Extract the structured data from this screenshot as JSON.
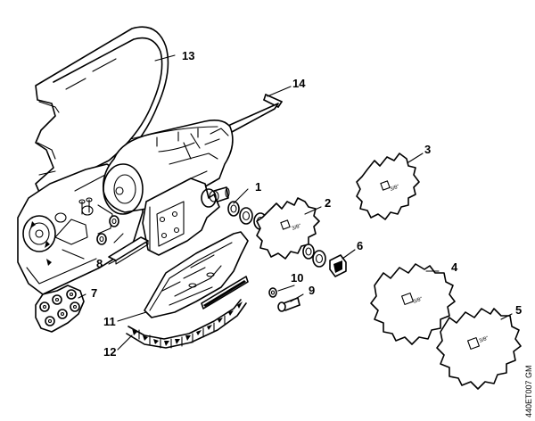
{
  "diagram": {
    "callouts": [
      {
        "id": "1",
        "label": "1"
      },
      {
        "id": "2",
        "label": "2"
      },
      {
        "id": "3",
        "label": "3"
      },
      {
        "id": "4",
        "label": "4"
      },
      {
        "id": "5",
        "label": "5"
      },
      {
        "id": "6",
        "label": "6"
      },
      {
        "id": "7",
        "label": "7"
      },
      {
        "id": "8",
        "label": "8"
      },
      {
        "id": "9",
        "label": "9"
      },
      {
        "id": "10",
        "label": "10"
      },
      {
        "id": "11",
        "label": "11"
      },
      {
        "id": "12",
        "label": "12"
      },
      {
        "id": "13",
        "label": "13"
      },
      {
        "id": "14",
        "label": "14"
      }
    ],
    "disc_markings": {
      "disc2": "3/8\"",
      "disc3": "3/8\"",
      "disc4": "3/8\"",
      "disc5": "3/8\""
    },
    "drawing_code": "440ET007 GM"
  }
}
